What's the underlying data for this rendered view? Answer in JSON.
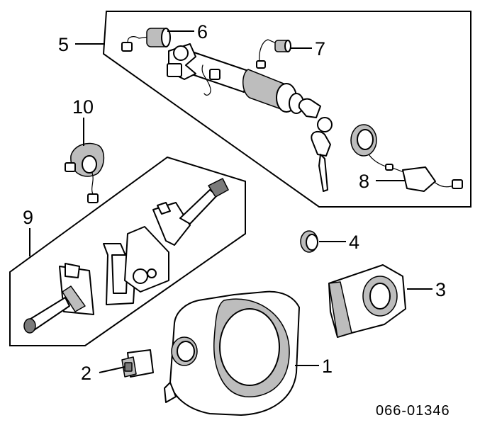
{
  "callouts": {
    "c1": "1",
    "c2": "2",
    "c3": "3",
    "c4": "4",
    "c5": "5",
    "c6": "6",
    "c7": "7",
    "c8": "8",
    "c9": "9",
    "c10": "10"
  },
  "diagram_code": "066-01346",
  "colors": {
    "ink": "#000000",
    "paper": "#ffffff",
    "shade": "#bdbdbd"
  }
}
